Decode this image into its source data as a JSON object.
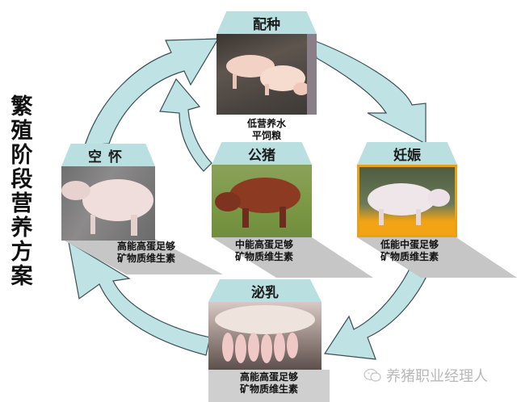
{
  "title": {
    "chars": [
      "繁",
      "殖",
      "阶",
      "段",
      "营",
      "养",
      "方",
      "案"
    ],
    "text": "繁殖阶段营养方案"
  },
  "colors": {
    "arrow_fill": "#bfe3e4",
    "arrow_stroke": "#3a4f55",
    "cap_fill": "#b9dfe0",
    "shadow_fill": "#c6c6c6",
    "gestation_frame": "#e8a21a"
  },
  "nodes": {
    "mating": {
      "label": "配种",
      "desc_line1": "低营养水",
      "desc_line2": "平饲粮",
      "photo": "two-pigs-mating"
    },
    "empty": {
      "label": "空怀",
      "desc_line1": "高能高蛋足够",
      "desc_line2": "矿物质维生素",
      "photo": "white-sow"
    },
    "boar": {
      "label": "公猪",
      "desc_line1": "中能高蛋足够",
      "desc_line2": "矿物质维生素",
      "photo": "red-boar-on-grass"
    },
    "gestation": {
      "label": "妊娠",
      "desc_line1": "低能中蛋足够",
      "desc_line2": "矿物质维生素",
      "photo": "pregnant-sow"
    },
    "lactation": {
      "label": "泌乳",
      "desc_line1": "高能高蛋足够",
      "desc_line2": "矿物质维生素",
      "photo": "sow-nursing-piglets"
    }
  },
  "cycle_order": [
    "配种",
    "妊娠",
    "泌乳",
    "空怀",
    "配种"
  ],
  "watermark": {
    "icon": "wechat-icon",
    "text": "养猪职业经理人"
  }
}
